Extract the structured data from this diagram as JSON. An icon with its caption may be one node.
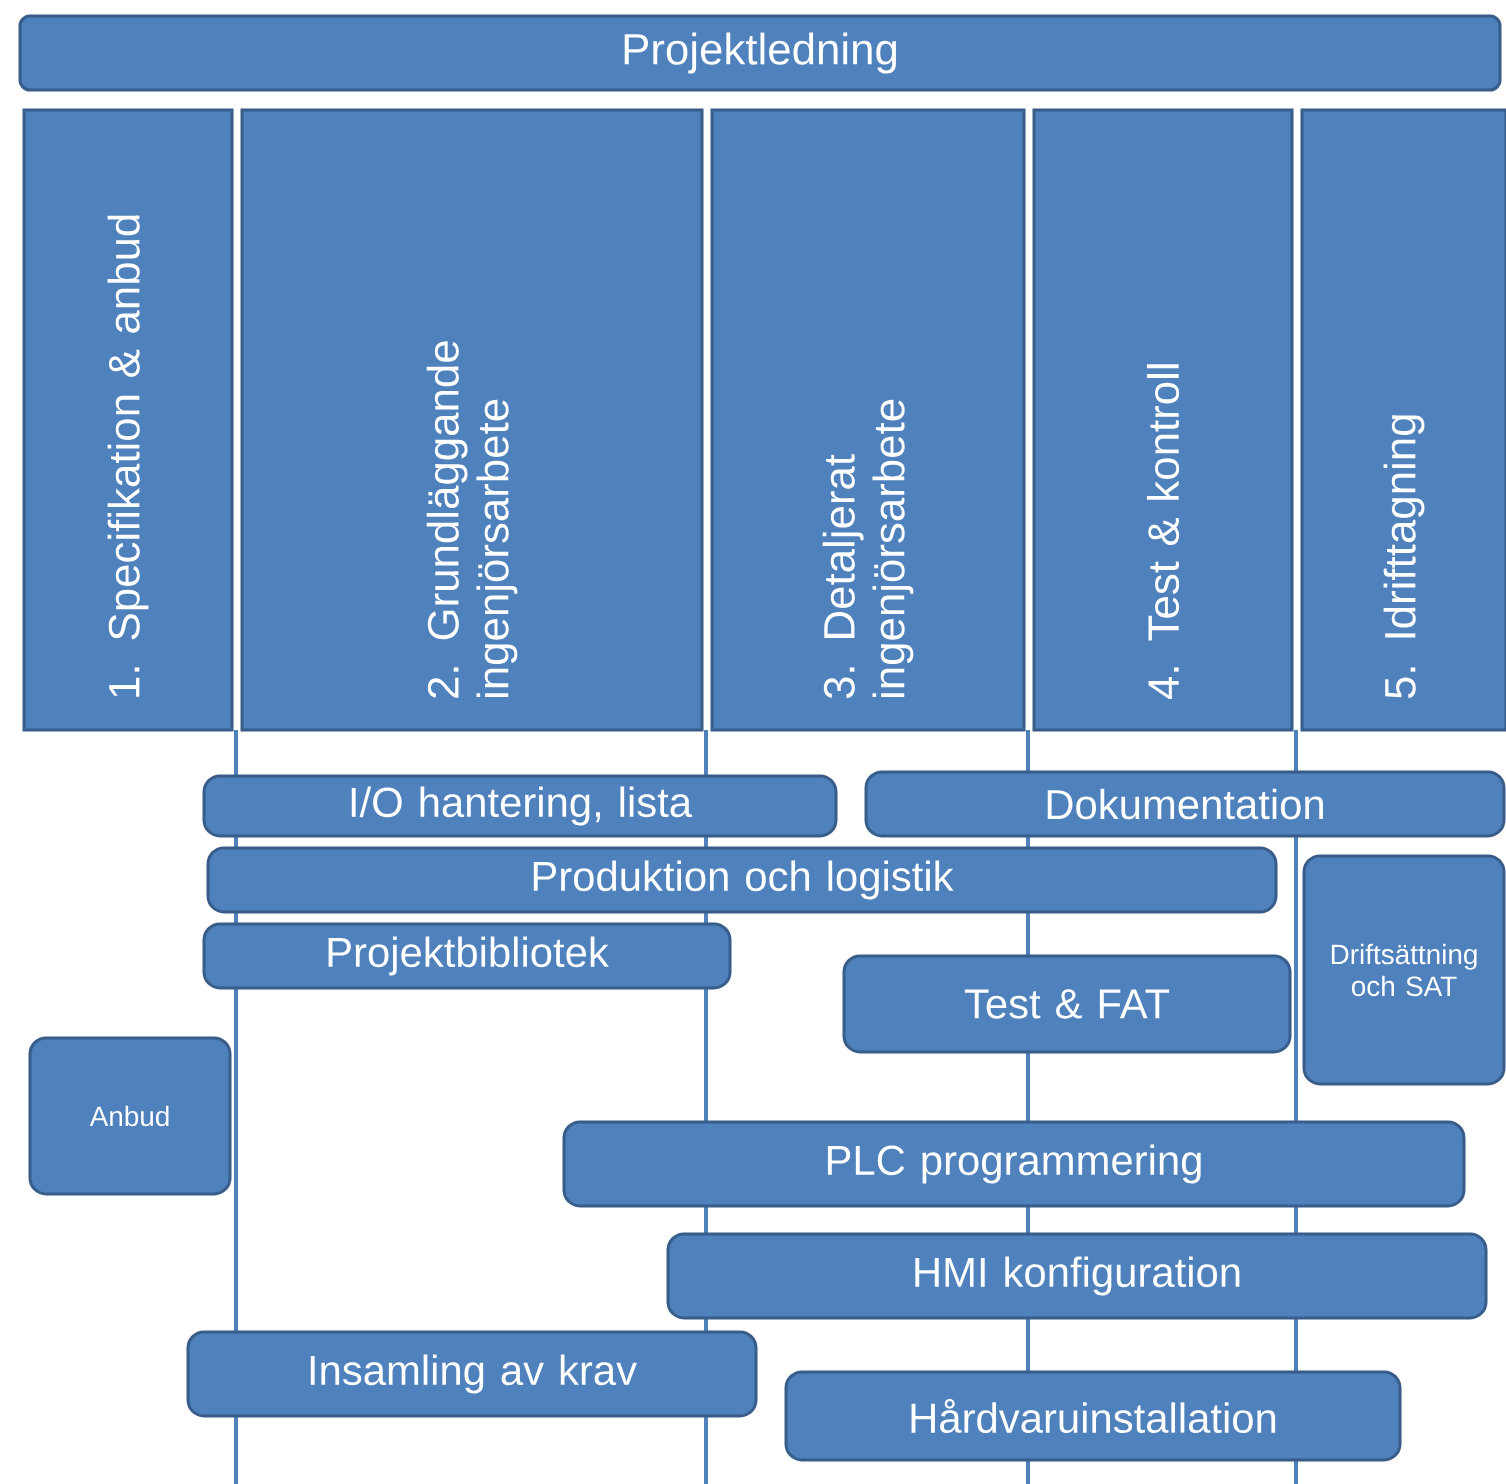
{
  "diagram": {
    "nodes": [
      {
        "text": [
          "Projektledning"
        ]
      },
      {
        "text": [
          "1. Specifikation & anbud"
        ]
      },
      {
        "text": [
          "2. Grundläggande ingenjörsarbete"
        ]
      },
      {
        "text": [
          "3. Detaljerat ingenjörsarbete"
        ]
      },
      {
        "text": [
          "4. Test & kontroll"
        ]
      },
      {
        "text": [
          "5. Idrifttagning"
        ]
      },
      {
        "text": [
          "I/O hantering, lista"
        ]
      },
      {
        "text": [
          "Dokumentation"
        ]
      },
      {
        "text": [
          "Produktion och logistik"
        ]
      },
      {
        "text": [
          "Projektbibliotek"
        ]
      },
      {
        "text": [
          "Test & FAT"
        ]
      },
      {
        "text": [
          "Driftsättning och SAT"
        ]
      },
      {
        "text": [
          "Anbud"
        ]
      },
      {
        "text": [
          "PLC programmering"
        ]
      },
      {
        "text": [
          "HMI konfiguration"
        ]
      },
      {
        "text": [
          "Insamling av krav"
        ]
      },
      {
        "text": [
          "Hårdvaruinstallation"
        ]
      }
    ]
  }
}
